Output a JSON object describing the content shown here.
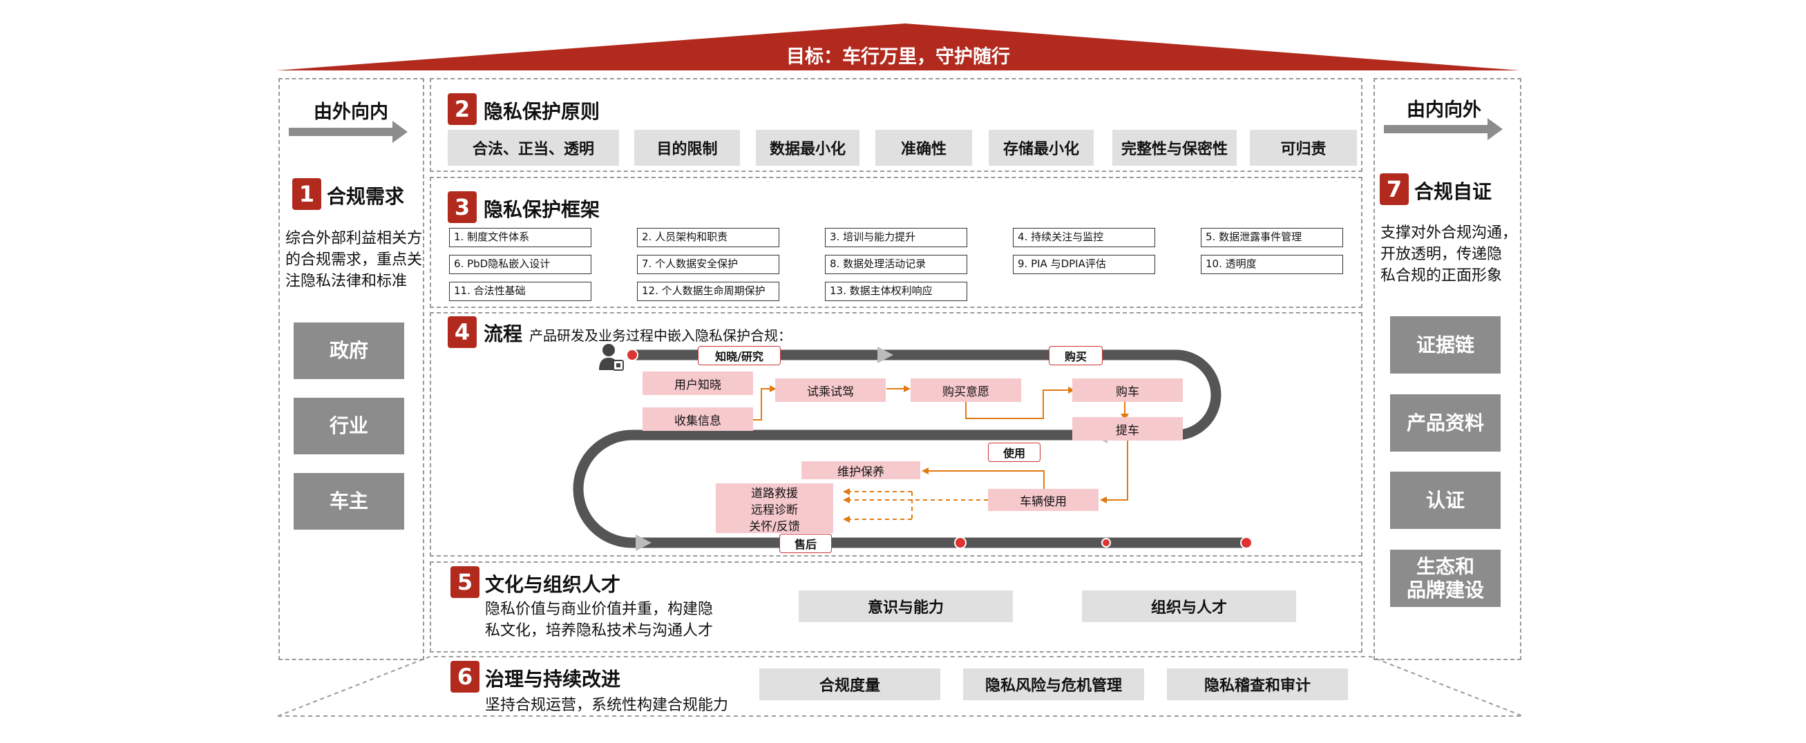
{
  "roof_title": "目标：车行万里，守护随行",
  "left": {
    "heading": "由外向内",
    "num": "1",
    "title": "合规需求",
    "desc_lines": [
      "综合外部利益相关方",
      "的合规需求，重点关",
      "注隐私法律和标准"
    ],
    "items": [
      "政府",
      "行业",
      "车主"
    ]
  },
  "right": {
    "heading": "由内向外",
    "num": "7",
    "title": "合规自证",
    "desc_lines": [
      "支撑对外合规沟通，",
      "开放透明，传递隐",
      "私合规的正面形象"
    ],
    "items": [
      "证据链",
      "产品资料",
      "认证",
      "生态和",
      "品牌建设"
    ]
  },
  "principles": {
    "num": "2",
    "title": "隐私保护原则",
    "items": [
      "合法、正当、透明",
      "目的限制",
      "数据最小化",
      "准确性",
      "存储最小化",
      "完整性与保密性",
      "可归责"
    ]
  },
  "framework": {
    "num": "3",
    "title": "隐私保护框架",
    "items": [
      "1. 制度文件体系",
      "2. 人员架构和职责",
      "3. 培训与能力提升",
      "4. 持续关注与监控",
      "5. 数据泄露事件管理",
      "6. PbD隐私嵌入设计",
      "7. 个人数据安全保护",
      "8. 数据处理活动记录",
      "9. PIA 与DPIA评估",
      "10. 透明度",
      "11. 合法性基础",
      "12. 个人数据生命周期保护",
      "13. 数据主体权利响应"
    ]
  },
  "process": {
    "num": "4",
    "title": "流程",
    "subtitle": "产品研发及业务过程中嵌入隐私保护合规：",
    "stages": [
      "知晓/研究",
      "购买",
      "使用",
      "售后"
    ],
    "steps": [
      "用户知晓",
      "收集信息",
      "试乘试驾",
      "购买意愿",
      "购车",
      "提车",
      "维护保养",
      "车辆使用",
      "道路救援",
      "远程诊断",
      "关怀/反馈"
    ]
  },
  "culture": {
    "num": "5",
    "title": "文化与组织人才",
    "desc_lines": [
      "隐私价值与商业价值并重，构建隐",
      "私文化，培养隐私技术与沟通人才"
    ],
    "items": [
      "意识与能力",
      "组织与人才"
    ]
  },
  "governance": {
    "num": "6",
    "title": "治理与持续改进",
    "desc": "坚持合规运营，系统性构建合规能力",
    "items": [
      "合规度量",
      "隐私风险与危机管理",
      "隐私稽查和审计"
    ]
  },
  "colors": {
    "accent": "#b22a1e",
    "gray": "#8c8c8c",
    "pill": "#e0e0e0",
    "pink": "#f6c9cd",
    "track": "#555555",
    "arrow": "#e07a10"
  }
}
